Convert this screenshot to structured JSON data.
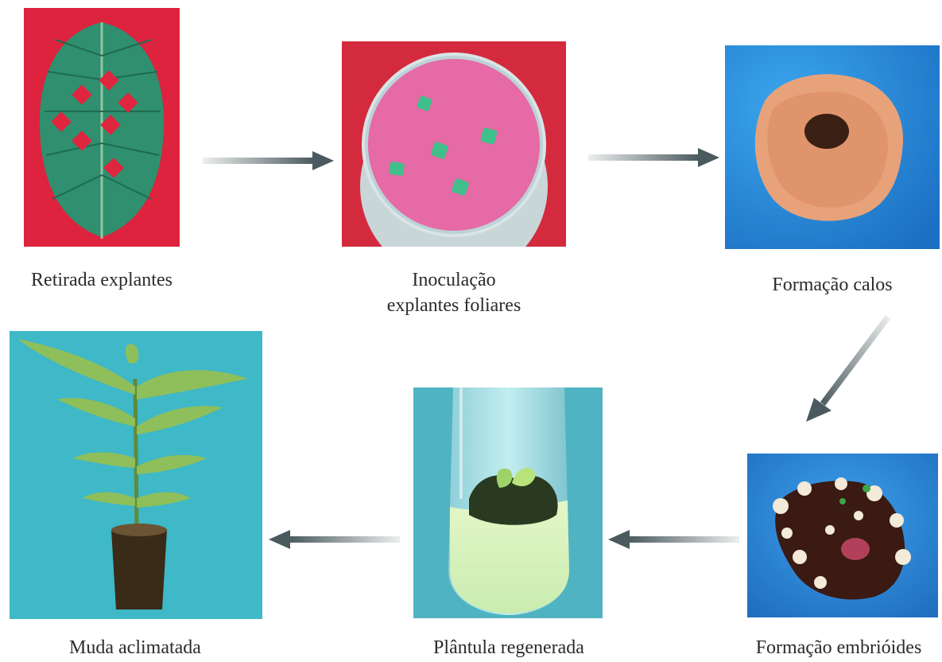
{
  "steps": [
    {
      "label": "Retirada explantes",
      "image": "leaf-with-excised-explants"
    },
    {
      "label_line1": "Inoculação",
      "label_line2": "explantes foliares",
      "image": "petri-dish-inoculation"
    },
    {
      "label": "Formação calos",
      "image": "callus"
    },
    {
      "label": "Formação embrióides",
      "image": "embryoids"
    },
    {
      "label": "Plântula regenerada",
      "image": "plantlet-in-tube"
    },
    {
      "label": "Muda aclimatada",
      "image": "acclimatized-seedling"
    }
  ],
  "colors": {
    "red_background": "#e0253f",
    "teal_background": "#3fb8c7",
    "blue_background": "#2a8fdd",
    "leaf_green": "#2f8f6f",
    "arrow": "#4a5a5e"
  }
}
